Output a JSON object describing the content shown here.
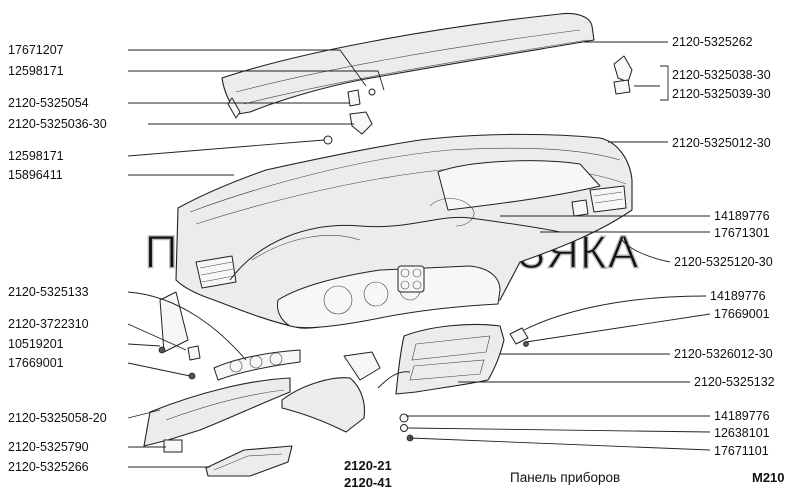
{
  "labels_left": [
    "17671207",
    "12598171",
    "2120-5325054",
    "2120-5325036-30",
    "12598171",
    "15896411",
    "2120-5325133",
    "2120-3722310",
    "10519201",
    "17669001",
    "2120-5325058-20",
    "2120-5325790",
    "2120-5325266"
  ],
  "labels_right": [
    "2120-5325262",
    "2120-5325038-30",
    "2120-5325039-30",
    "2120-5325012-30",
    "14189776",
    "17671301",
    "2120-5325120-30",
    "14189776",
    "17669001",
    "2120-5326012-30",
    "2120-5325132",
    "14189776",
    "12638101",
    "17671101"
  ],
  "footer": {
    "model_1": "2120-21",
    "model_2": "2120-41",
    "title": "Панель приборов",
    "code": "М210"
  },
  "watermark": "ПЛАНЕТА ЖЕЛЕЗЯКА"
}
